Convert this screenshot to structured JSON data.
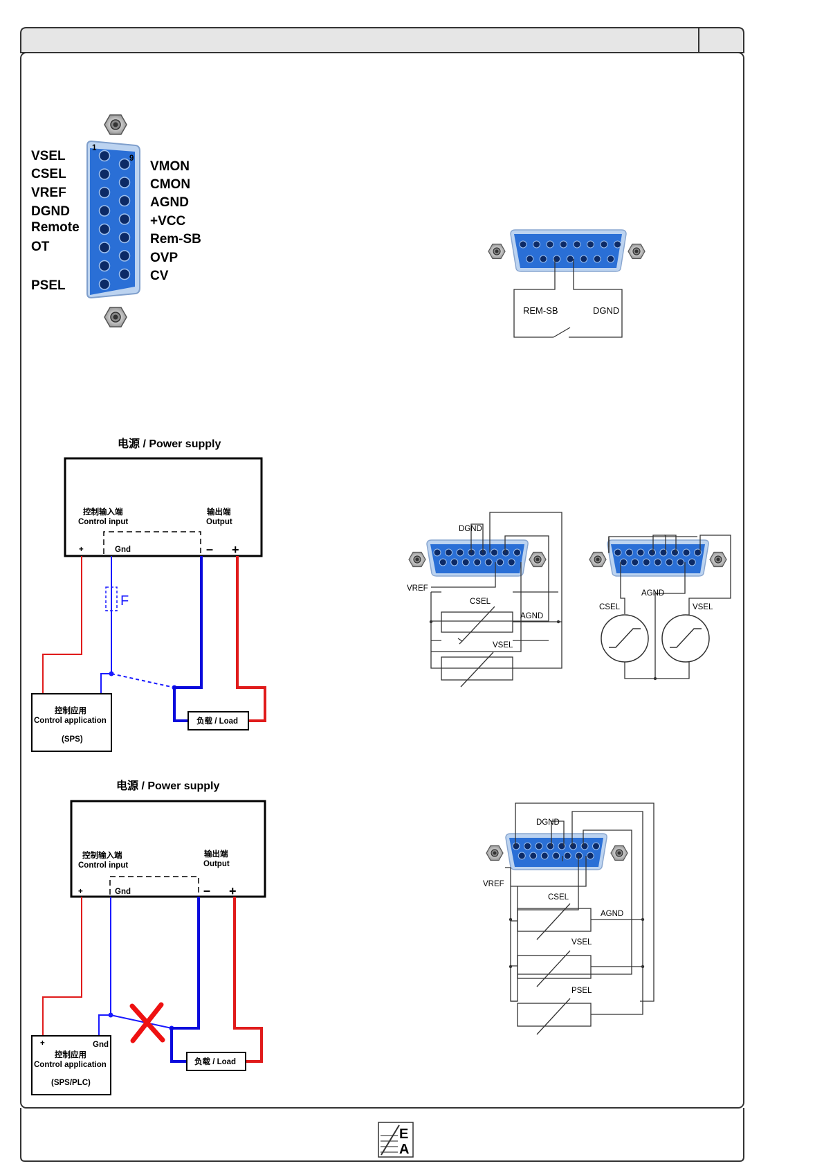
{
  "sub_d_pinout": {
    "left_labels": [
      "VSEL",
      "CSEL",
      "VREF",
      "DGND",
      "Remote",
      "OT",
      "PSEL"
    ],
    "right_labels": [
      "VMON",
      "CMON",
      "AGND",
      "+VCC",
      "Rem-SB",
      "OVP",
      "CV"
    ],
    "pin1": "1",
    "pin9": "9"
  },
  "remote_standby": {
    "left": "REM-SB",
    "right": "DGND"
  },
  "wiring_correct": {
    "title": "电源 / Power supply",
    "control_input_cn": "控制输入端",
    "control_input_en": "Control input",
    "output_cn": "输出端",
    "output_en": "Output",
    "gnd": "Gnd",
    "plus_small": "+",
    "minus": "–",
    "plus": "+",
    "fuse": "F",
    "app_cn": "控制应用",
    "app_en": "Control application",
    "app_tag": "(SPS)",
    "load": "负载 / Load"
  },
  "wiring_wrong": {
    "title": "电源 / Power supply",
    "control_input_cn": "控制输入端",
    "control_input_en": "Control input",
    "output_cn": "输出端",
    "output_en": "Output",
    "gnd": "Gnd",
    "plus_small": "+",
    "minus": "–",
    "plus": "+",
    "app_plus": "+",
    "app_gnd": "Gnd",
    "app_cn": "控制应用",
    "app_en": "Control application",
    "app_tag": "(SPS/PLC)",
    "load": "负载 / Load"
  },
  "pot_circuit_2": {
    "dgnd": "DGND",
    "vref": "VREF",
    "csel": "CSEL",
    "agnd": "AGND",
    "vsel": "VSEL"
  },
  "meter_circuit": {
    "agnd": "AGND",
    "csel": "CSEL",
    "vsel": "VSEL"
  },
  "pot_circuit_3": {
    "dgnd": "DGND",
    "vref": "VREF",
    "csel": "CSEL",
    "agnd": "AGND",
    "vsel": "VSEL",
    "psel": "PSEL"
  },
  "footer": {
    "logo_top": "E",
    "logo_bottom": "A"
  },
  "colors": {
    "connector_blue": "#2a6fd6",
    "wire_red": "#e01b1b",
    "wire_blue": "#1a1aff",
    "cross_red": "#ee1111",
    "frame": "#333333",
    "header_fill": "#e6e6e6"
  }
}
